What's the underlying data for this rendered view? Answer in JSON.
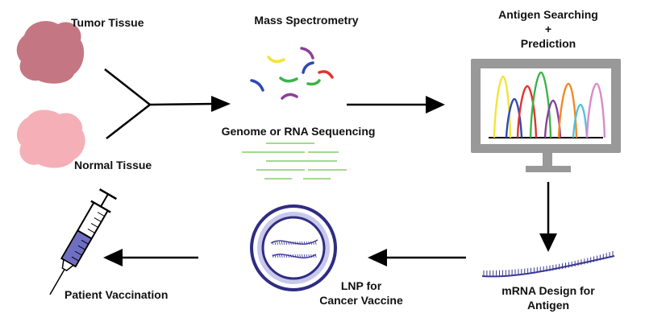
{
  "labels": {
    "tumor_tissue": "Tumor Tissue",
    "normal_tissue": "Normal Tissue",
    "mass_spec": "Mass Spectrometry",
    "sequencing": "Genome or RNA Sequencing",
    "antigen_line1": "Antigen Searching",
    "antigen_line2": "+",
    "antigen_line3": "Prediction",
    "mrna_line1": "mRNA Design for",
    "mrna_line2": "Antigen",
    "lnp_line1": "LNP for",
    "lnp_line2": "Cancer Vaccine",
    "vaccination": "Patient Vaccination"
  },
  "colors": {
    "tumor": "#c47783",
    "normal": "#f4b0b6",
    "reads": "#6cc24a",
    "monitor_frame": "#999999",
    "lnp_outer": "#2f2c82",
    "lnp_fill": "#c9c8ec",
    "mrna": "#3a3696",
    "syringe_fluid": "#6e6fc2",
    "peaks": [
      "#f2e43a",
      "#2e49b5",
      "#e2342f",
      "#3fb34c",
      "#8b3f9a",
      "#f08a24",
      "#57c1d9",
      "#d88bc9"
    ]
  }
}
